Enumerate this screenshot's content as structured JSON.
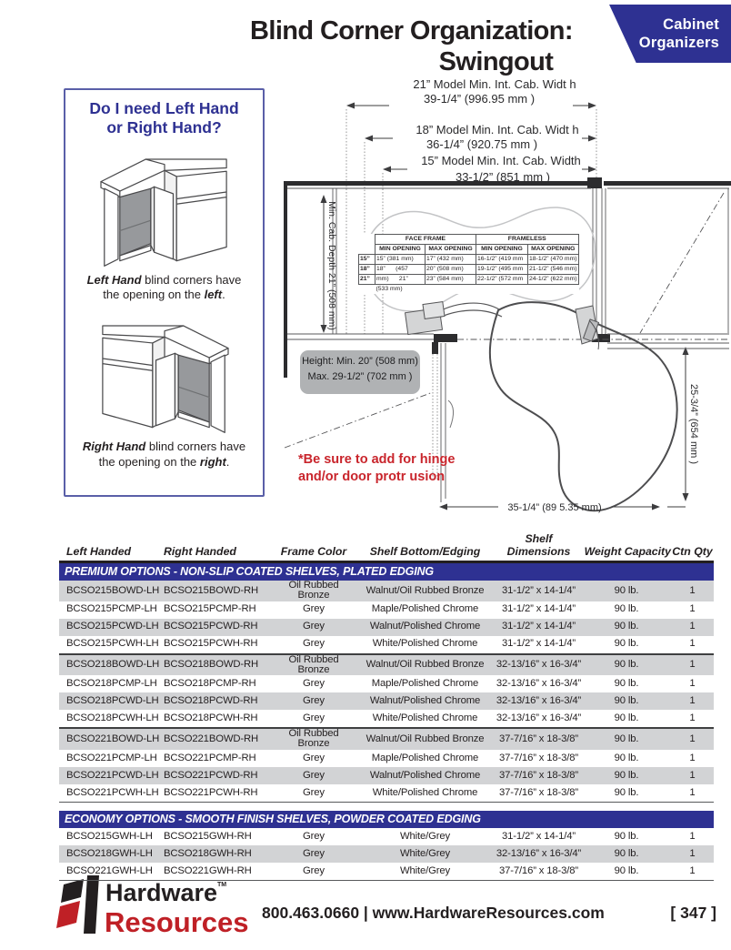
{
  "badge": {
    "line1": "Cabinet",
    "line2": "Organizers"
  },
  "title": {
    "line1": "Blind Corner Organization:",
    "line2": "Swingout"
  },
  "hand_guide": {
    "heading_line1": "Do I need Left Hand",
    "heading_line2": "or Right Hand?",
    "left": {
      "term": "Left Hand",
      "text1": " blind corners have",
      "text2": "the opening on the ",
      "emph": "left",
      "suffix": "."
    },
    "right": {
      "term": "Right Hand",
      "text1": " blind corners have",
      "text2": "the opening on the ",
      "emph": "right",
      "suffix": "."
    }
  },
  "diagram": {
    "width_dims": [
      {
        "model": "21” Model Min. Int. Cab. Widt h",
        "value": "39-1/4” (996.95 mm )"
      },
      {
        "model": "18” Model Min. Int. Cab. Widt h",
        "value": "36-1/4” (920.75 mm )"
      },
      {
        "model": "15” Model Min. Int. Cab. Width",
        "value": "33-1/2” (851 mm )"
      }
    ],
    "depth_dim": "Min. Cab. Depth 21” (508 mm)",
    "side_dim": "25-3/4” (654 mm )",
    "bottom_dim": "35-1/4” (89 5.35 mm)",
    "height_note": {
      "line1": "Height: Min. 20” (508 mm)",
      "line2": "Max. 29-1/2” (702 mm )"
    },
    "hinge_note": {
      "line1": "*Be sure to add for hinge",
      "line2": "and/or door protr usion"
    },
    "opening_table": {
      "groups": [
        "FACE FRAME",
        "FRAMELESS"
      ],
      "columns": [
        "MIN OPENING",
        "MAX OPENING",
        "MIN OPENING",
        "MAX OPENING"
      ],
      "rows": [
        {
          "size": "15”",
          "cells": [
            "15” (381 mm)",
            "17” (432 mm)",
            "16-1/2” (419 mm",
            "18-1/2” (470 mm)"
          ]
        },
        {
          "size": "18”",
          "cells": [
            "18”      (457",
            "20” (508 mm)",
            "19-1/2” (495 mm",
            "21-1/2” (546 mm)"
          ]
        },
        {
          "size": "21”",
          "cells": [
            "mm)      21”",
            "23” (584 mm)",
            "22-1/2” (572 mm",
            "24-1/2” (622 mm)"
          ]
        },
        {
          "size": "",
          "cells": [
            "(533 mm)",
            "",
            "",
            ""
          ]
        }
      ]
    }
  },
  "products": {
    "columns": [
      "Left Handed",
      "Right Handed",
      "Frame Color",
      "Shelf Bottom/Edging",
      "Shelf Dimensions",
      "Weight Capacity",
      "Ctn Qty"
    ],
    "sections": [
      {
        "header": "PREMIUM OPTIONS - NON-SLIP COATED SHELVES, PLATED EDGING",
        "groups": [
          {
            "rows": [
              [
                "BCSO215BOWD-LH",
                "BCSO215BOWD-RH",
                "Oil Rubbed Bronze",
                "Walnut/Oil Rubbed Bronze",
                "31-1/2” x 14-1/4”",
                "90 lb.",
                "1"
              ],
              [
                "BCSO215PCMP-LH",
                "BCSO215PCMP-RH",
                "Grey",
                "Maple/Polished Chrome",
                "31-1/2” x 14-1/4”",
                "90 lb.",
                "1"
              ],
              [
                "BCSO215PCWD-LH",
                "BCSO215PCWD-RH",
                "Grey",
                "Walnut/Polished Chrome",
                "31-1/2” x 14-1/4”",
                "90 lb.",
                "1"
              ],
              [
                "BCSO215PCWH-LH",
                "BCSO215PCWH-RH",
                "Grey",
                "White/Polished Chrome",
                "31-1/2” x 14-1/4”",
                "90 lb.",
                "1"
              ]
            ]
          },
          {
            "rows": [
              [
                "BCSO218BOWD-LH",
                "BCSO218BOWD-RH",
                "Oil Rubbed Bronze",
                "Walnut/Oil Rubbed Bronze",
                "32-13/16” x 16-3/4”",
                "90 lb.",
                "1"
              ],
              [
                "BCSO218PCMP-LH",
                "BCSO218PCMP-RH",
                "Grey",
                "Maple/Polished Chrome",
                "32-13/16” x 16-3/4”",
                "90 lb.",
                "1"
              ],
              [
                "BCSO218PCWD-LH",
                "BCSO218PCWD-RH",
                "Grey",
                "Walnut/Polished Chrome",
                "32-13/16” x 16-3/4”",
                "90 lb.",
                "1"
              ],
              [
                "BCSO218PCWH-LH",
                "BCSO218PCWH-RH",
                "Grey",
                "White/Polished Chrome",
                "32-13/16” x 16-3/4”",
                "90 lb.",
                "1"
              ]
            ]
          },
          {
            "rows": [
              [
                "BCSO221BOWD-LH",
                "BCSO221BOWD-RH",
                "Oil Rubbed Bronze",
                "Walnut/Oil Rubbed Bronze",
                "37-7/16” x 18-3/8”",
                "90 lb.",
                "1"
              ],
              [
                "BCSO221PCMP-LH",
                "BCSO221PCMP-RH",
                "Grey",
                "Maple/Polished Chrome",
                "37-7/16” x 18-3/8”",
                "90 lb.",
                "1"
              ],
              [
                "BCSO221PCWD-LH",
                "BCSO221PCWD-RH",
                "Grey",
                "Walnut/Polished Chrome",
                "37-7/16” x 18-3/8”",
                "90 lb.",
                "1"
              ],
              [
                "BCSO221PCWH-LH",
                "BCSO221PCWH-RH",
                "Grey",
                "White/Polished Chrome",
                "37-7/16” x 18-3/8”",
                "90 lb.",
                "1"
              ]
            ]
          }
        ]
      },
      {
        "header": "ECONOMY OPTIONS - SMOOTH FINISH SHELVES, POWDER COATED EDGING",
        "groups": [
          {
            "rows": [
              [
                "BCSO215GWH-LH",
                "BCSO215GWH-RH",
                "Grey",
                "White/Grey",
                "31-1/2” x 14-1/4”",
                "90 lb.",
                "1"
              ],
              [
                "BCSO218GWH-LH",
                "BCSO218GWH-RH",
                "Grey",
                "White/Grey",
                "32-13/16” x 16-3/4”",
                "90 lb.",
                "1"
              ],
              [
                "BCSO221GWH-LH",
                "BCSO221GWH-RH",
                "Grey",
                "White/Grey",
                "37-7/16” x 18-3/8”",
                "90 lb.",
                "1"
              ]
            ]
          }
        ]
      }
    ]
  },
  "footer": {
    "brand_line1": "Hardware",
    "brand_tm": "TM",
    "brand_line2": "Resources",
    "contact": "800.463.0660 | www.HardwareResources.com",
    "page_number": "[ 347 ]"
  },
  "colors": {
    "accent_blue": "#2e3192",
    "alert_red": "#c9252c",
    "brand_red": "#bf2026",
    "row_shade": "#d2d3d5",
    "note_gray": "#b0b2b4"
  }
}
